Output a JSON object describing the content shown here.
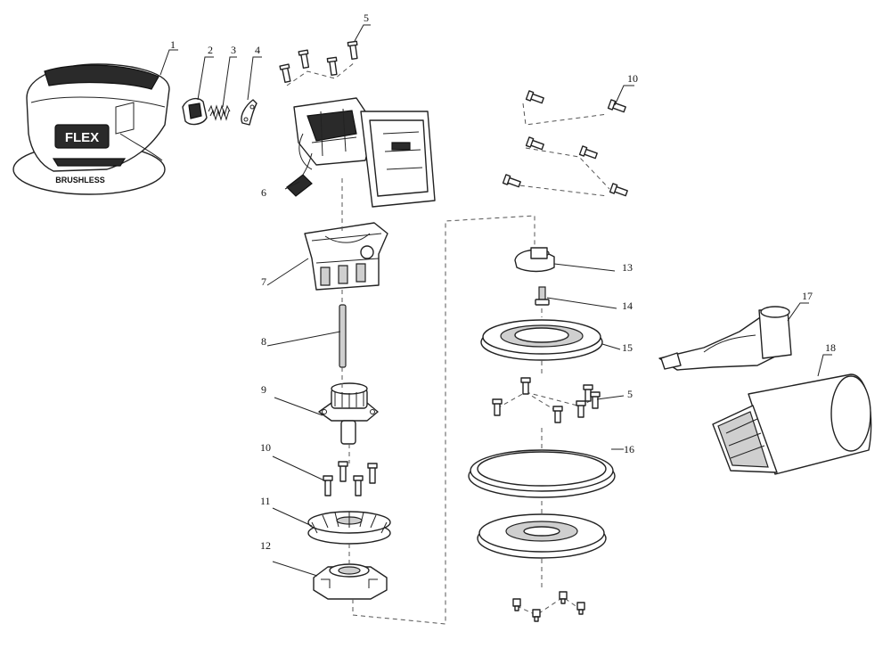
{
  "callouts": [
    {
      "id": "c1",
      "label": "1"
    },
    {
      "id": "c2",
      "label": "2"
    },
    {
      "id": "c3",
      "label": "3"
    },
    {
      "id": "c4",
      "label": "4"
    },
    {
      "id": "c5a",
      "label": "5"
    },
    {
      "id": "c6",
      "label": "6"
    },
    {
      "id": "c7",
      "label": "7"
    },
    {
      "id": "c8",
      "label": "8"
    },
    {
      "id": "c9",
      "label": "9"
    },
    {
      "id": "c10a",
      "label": "10"
    },
    {
      "id": "c10b",
      "label": "10"
    },
    {
      "id": "c11",
      "label": "11"
    },
    {
      "id": "c12",
      "label": "12"
    },
    {
      "id": "c13",
      "label": "13"
    },
    {
      "id": "c14",
      "label": "14"
    },
    {
      "id": "c15",
      "label": "15"
    },
    {
      "id": "c5b",
      "label": "5"
    },
    {
      "id": "c16",
      "label": "16"
    },
    {
      "id": "c17",
      "label": "17"
    },
    {
      "id": "c18",
      "label": "18"
    }
  ],
  "product_marks": {
    "brand": "FLEX",
    "motor_label": "BRUSHLESS"
  }
}
